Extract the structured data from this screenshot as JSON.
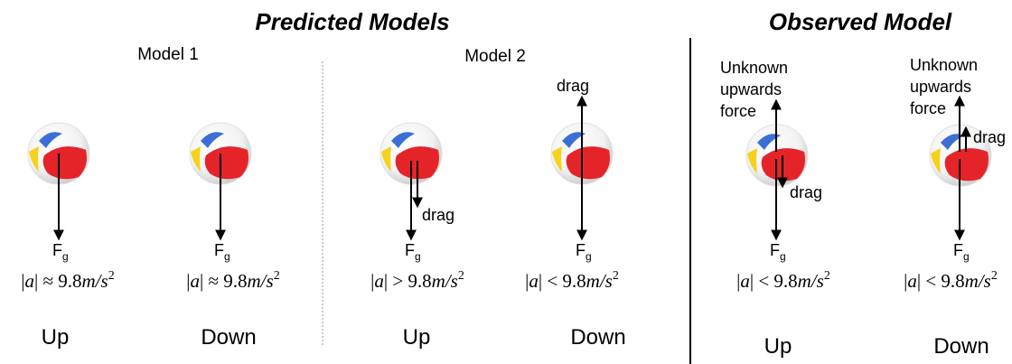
{
  "headings": {
    "predicted": "Predicted Models",
    "observed": "Observed Model"
  },
  "model_labels": {
    "model1": "Model 1",
    "model2": "Model 2"
  },
  "colors": {
    "red": "#e5242a",
    "blue": "#3b6fd6",
    "yellow": "#f5d21c",
    "divider_dashed": "#9a9a9a",
    "divider_solid": "#000000"
  },
  "force_labels": {
    "gravity": "F",
    "gravity_sub": "g",
    "drag": "drag",
    "unknown_line1": "Unknown",
    "unknown_line2": "upwards",
    "unknown_line3": "force"
  },
  "panels": [
    {
      "id": "m1-up",
      "acc_rel": "≈",
      "acc_val": "9.8",
      "acc_unit_num": "m/s",
      "acc_exp": "2",
      "direction": "Up"
    },
    {
      "id": "m1-down",
      "acc_rel": "≈",
      "acc_val": "9.8",
      "acc_unit_num": "m/s",
      "acc_exp": "2",
      "direction": "Down"
    },
    {
      "id": "m2-up",
      "acc_rel": ">",
      "acc_val": "9.8",
      "acc_unit_num": "m/s",
      "acc_exp": "2",
      "direction": "Up"
    },
    {
      "id": "m2-down",
      "acc_rel": "<",
      "acc_val": "9.8",
      "acc_unit_num": "m/s",
      "acc_exp": "2",
      "direction": "Down"
    },
    {
      "id": "obs-up",
      "acc_rel": "<",
      "acc_val": "9.8",
      "acc_unit_num": "m/s",
      "acc_exp": "2",
      "direction": "Up"
    },
    {
      "id": "obs-down",
      "acc_rel": "<",
      "acc_val": "9.8",
      "acc_unit_num": "m/s",
      "acc_exp": "2",
      "direction": "Down"
    }
  ]
}
